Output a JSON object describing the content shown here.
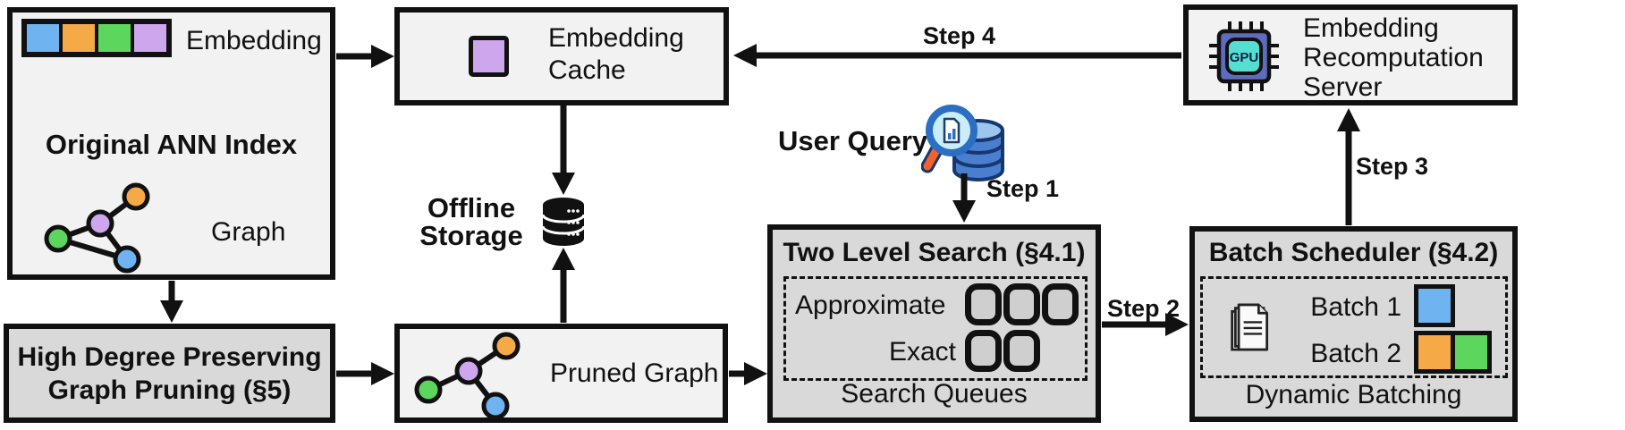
{
  "colors": {
    "ink": "#111111",
    "blue": "#6fb3f0",
    "orange": "#f5a947",
    "green": "#5cd65c",
    "purple": "#cda6ee",
    "light_box": "#f2f2f2",
    "dark_box": "#d9d9d9",
    "queue_fill": "#cfcfcf"
  },
  "ann_index": {
    "title": "Original ANN Index",
    "embedding_label": "Embedding",
    "graph_label": "Graph"
  },
  "high_degree": {
    "line1": "High Degree Preserving",
    "line2": "Graph Pruning (§5)"
  },
  "cache": {
    "line1": "Embedding",
    "line2": "Cache"
  },
  "storage": {
    "line1": "Offline",
    "line2": "Storage"
  },
  "pruned": {
    "label": "Pruned Graph"
  },
  "user_query": {
    "label": "User Query"
  },
  "steps": {
    "s1": "Step 1",
    "s2": "Step 2",
    "s3": "Step 3",
    "s4": "Step 4"
  },
  "two_level": {
    "title": "Two Level Search (§4.1)",
    "row1": "Approximate",
    "row2": "Exact",
    "footer": "Search Queues"
  },
  "batch": {
    "title": "Batch Scheduler (§4.2)",
    "row1": "Batch 1",
    "row2": "Batch 2",
    "footer": "Dynamic Batching"
  },
  "server": {
    "line1": "Embedding",
    "line2": "Recomputation",
    "line3": "Server",
    "chip": "GPU"
  }
}
